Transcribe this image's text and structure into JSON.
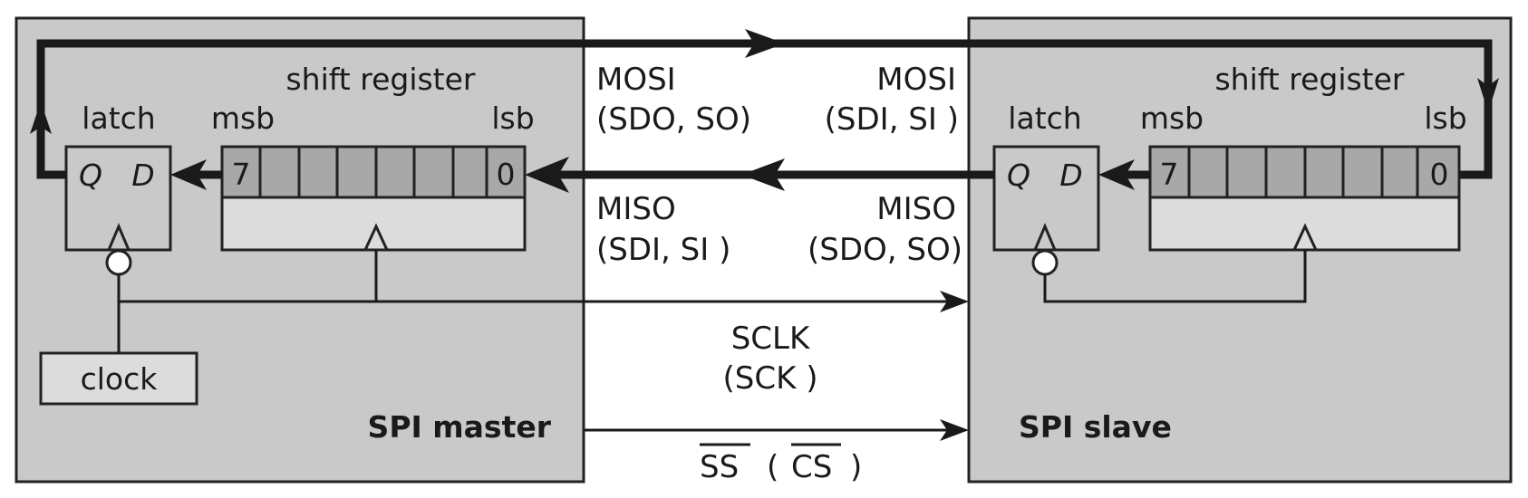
{
  "master": {
    "name": "SPI master",
    "latch_label": "latch",
    "latch_q": "Q",
    "latch_d": "D",
    "register_label": "shift register",
    "msb_label": "msb",
    "lsb_label": "lsb",
    "msb_bit": "7",
    "lsb_bit": "0",
    "clock_label": "clock"
  },
  "slave": {
    "name": "SPI slave",
    "latch_label": "latch",
    "latch_q": "Q",
    "latch_d": "D",
    "register_label": "shift register",
    "msb_label": "msb",
    "lsb_label": "lsb",
    "msb_bit": "7",
    "lsb_bit": "0"
  },
  "signals": {
    "mosi_left": "MOSI",
    "mosi_left_alt": "(SDO, SO)",
    "mosi_right": "MOSI",
    "mosi_right_alt": "(SDI, SI )",
    "miso_left": "MISO",
    "miso_left_alt": "(SDI, SI )",
    "miso_right": "MISO",
    "miso_right_alt": "(SDO, SO)",
    "sclk": "SCLK",
    "sclk_alt": "(SCK )",
    "ss": "SS",
    "ss_open": "(",
    "cs": "CS",
    "ss_close": ")"
  }
}
